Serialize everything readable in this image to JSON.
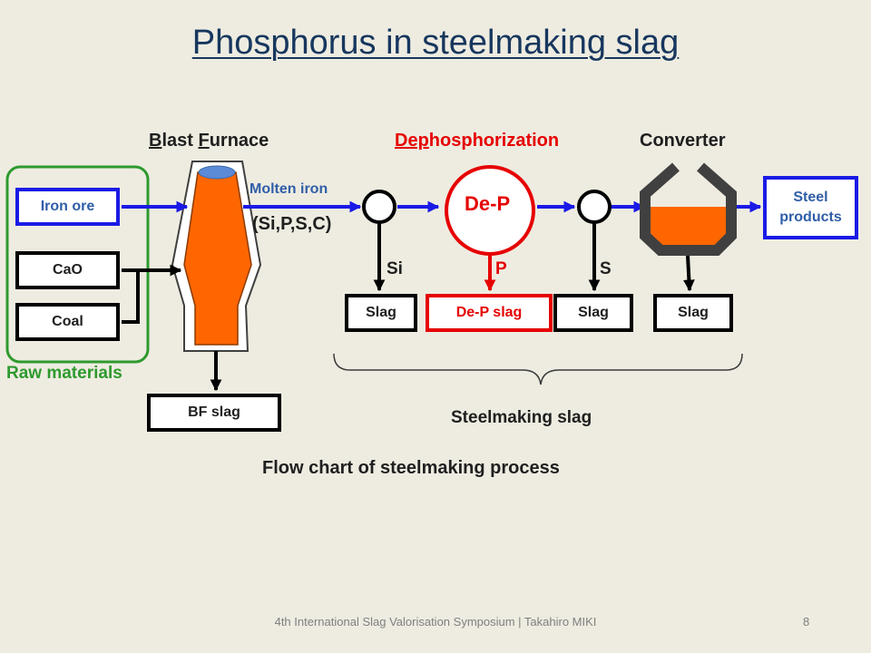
{
  "title": "Phosphorus in steelmaking slag",
  "labels": {
    "blast_furnace": "Blast Furnace",
    "dephosphorization": "Dephosphorization",
    "converter": "Converter",
    "molten_iron": "Molten iron",
    "composition": "(Si,P,S,C)",
    "si": "Si",
    "p": "P",
    "s": "S",
    "raw_materials": "Raw materials",
    "steelmaking_slag": "Steelmaking slag",
    "caption": "Flow chart of steelmaking process"
  },
  "boxes": {
    "iron_ore": "Iron ore",
    "cao": "CaO",
    "coal": "Coal",
    "bf_slag": "BF slag",
    "slag_1": "Slag",
    "dep_slag": "De-P slag",
    "slag_2": "Slag",
    "slag_3": "Slag",
    "steel_products": "Steel products"
  },
  "dep_circle": "De-P",
  "footer": {
    "text": "4th International Slag Valorisation Symposium | Takahiro MIKI",
    "page": "8"
  },
  "colors": {
    "background": "#eeece1",
    "title": "#17375e",
    "flow_blue": "#1a1ae6",
    "accent_red": "#e60000",
    "raw_green": "#2e9a2e",
    "molten_orange": "#ff6600"
  }
}
